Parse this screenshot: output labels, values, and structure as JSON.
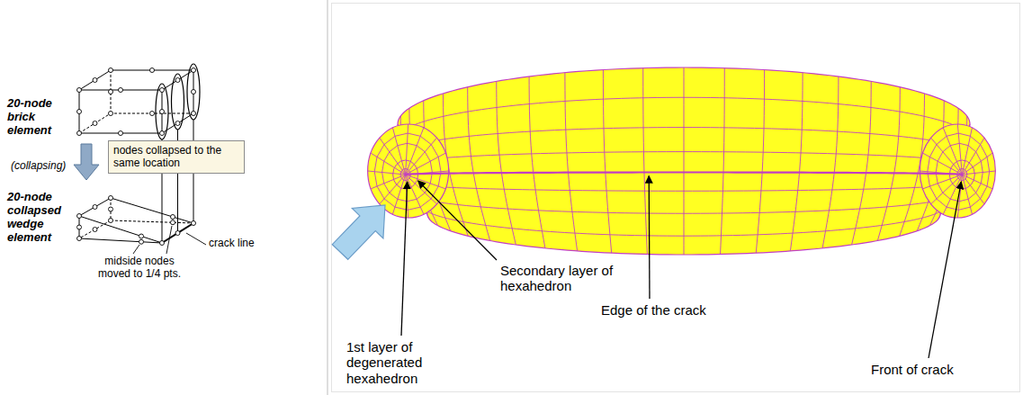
{
  "diagram": {
    "nodes": [
      {
        "text": [
          "nodes collapsed to the same location"
        ]
      }
    ],
    "labels": [
      "20-node brick element",
      "(collapsing)",
      "20-node collapsed wedge element",
      "crack line",
      "midside nodes moved to 1/4 pts.",
      "1st layer of degenerated hexahedron",
      "Secondary layer of hexahedron",
      "Edge of the crack",
      "Front of crack"
    ]
  }
}
